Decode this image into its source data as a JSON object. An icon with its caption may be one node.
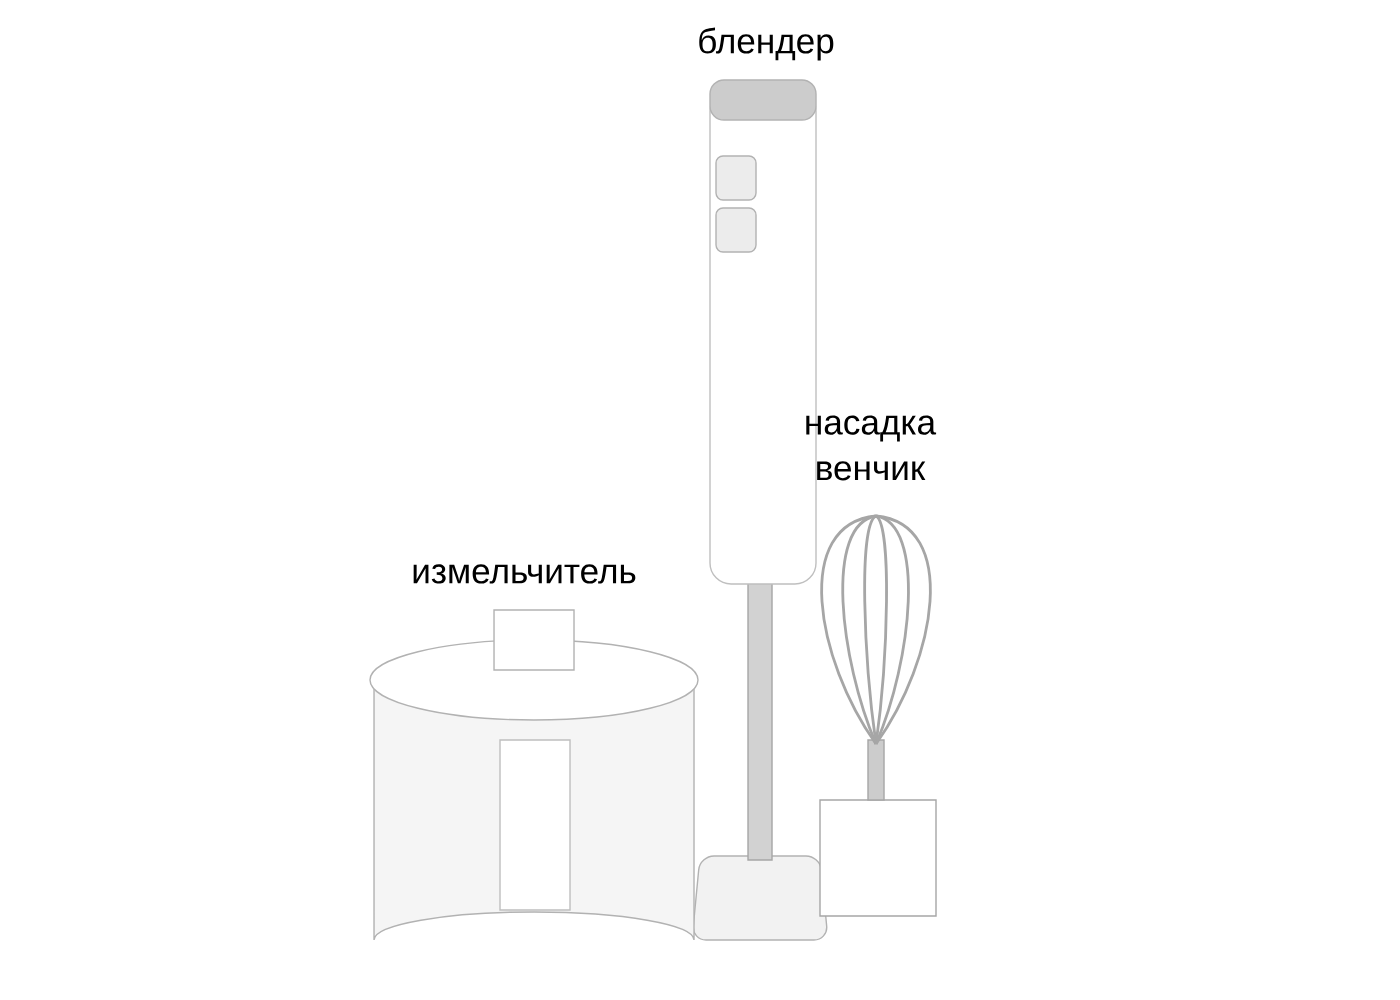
{
  "diagram": {
    "labels": [
      "блендер",
      "насадка венчик",
      "измельчитель"
    ]
  }
}
